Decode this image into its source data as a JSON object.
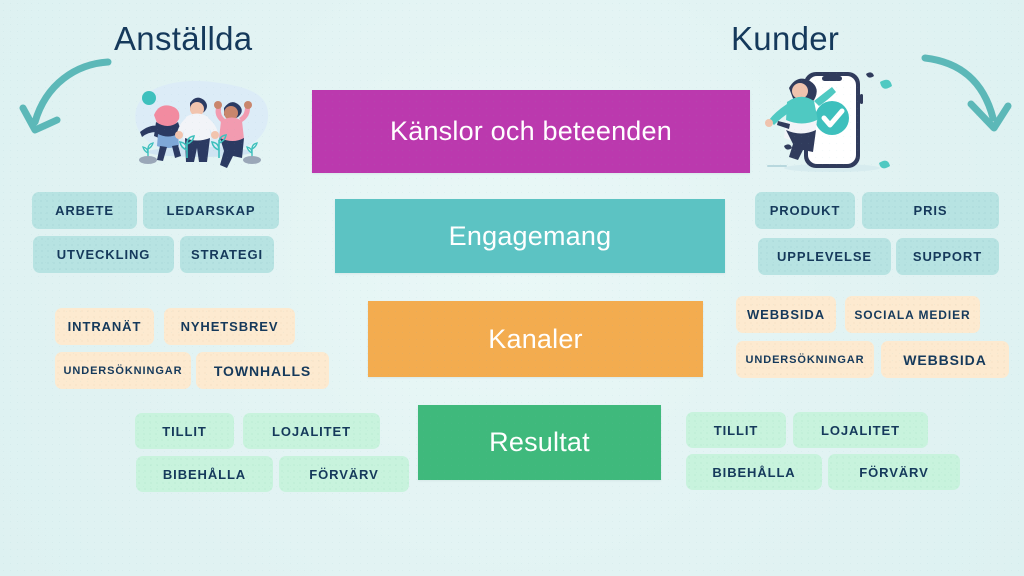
{
  "background_color": "#e3f4f4",
  "text_color": "#15395b",
  "headings": {
    "left": "Anställda",
    "right": "Kunder"
  },
  "arrows": {
    "left_name": "curved-arrow-down-left-icon",
    "right_name": "curved-arrow-down-right-icon",
    "color": "#5cb8b8"
  },
  "illustrations": {
    "left": {
      "name": "jumping-people-illustration",
      "alt": "Three people jumping with arms raised"
    },
    "right": {
      "name": "phone-checkmark-illustration",
      "alt": "Woman beside smartphone with teal check mark"
    }
  },
  "center_bars": [
    {
      "label": "Känslor och beteenden",
      "color": "#bb39ae"
    },
    {
      "label": "Engagemang",
      "color": "#5cc3c3"
    },
    {
      "label": "Kanaler",
      "color": "#f3ac4f"
    },
    {
      "label": "Resultat",
      "color": "#3fb97c"
    }
  ],
  "rows": [
    {
      "row": "emotions-behaviours",
      "style": "teal",
      "color": "#b7e3e2",
      "left_tags": [
        "ARBETE",
        "LEDARSKAP",
        "UTVECKLING",
        "STRATEGI"
      ],
      "right_tags": [
        "PRODUKT",
        "PRIS",
        "UPPLEVELSE",
        "SUPPORT"
      ]
    },
    {
      "row": "channels",
      "style": "peach",
      "color": "#fdead0",
      "left_tags": [
        "INTRANÄT",
        "NYHETSBREV",
        "UNDERSÖKNINGAR",
        "TOWNHALLS"
      ],
      "right_tags": [
        "WEBBSIDA",
        "SOCIALA MEDIER",
        "UNDERSÖKNINGAR",
        "WEBBSIDA"
      ]
    },
    {
      "row": "results",
      "style": "mint",
      "color": "#c8f3dd",
      "left_tags": [
        "TILLIT",
        "LOJALITET",
        "BIBEHÅLLA",
        "FÖRVÄRV"
      ],
      "right_tags": [
        "TILLIT",
        "LOJALITET",
        "BIBEHÅLLA",
        "FÖRVÄRV"
      ]
    }
  ]
}
